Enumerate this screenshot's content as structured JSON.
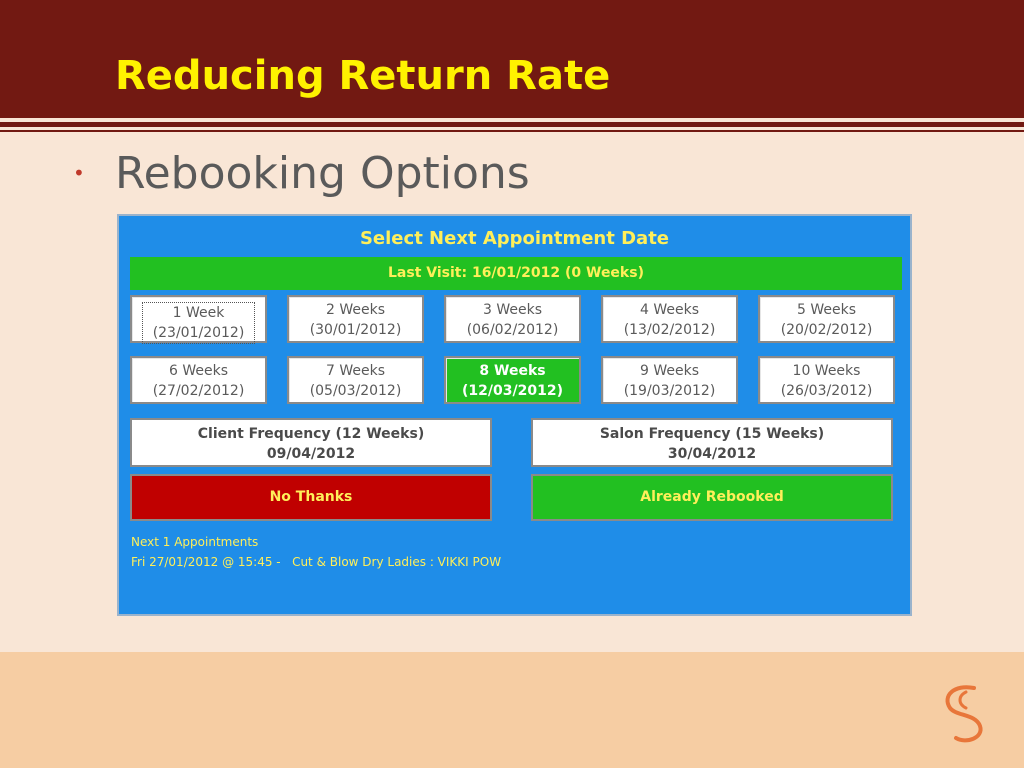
{
  "slide": {
    "title": "Reducing Return Rate",
    "bullet": "Rebooking Options"
  },
  "colors": {
    "header": "#721912",
    "title": "#fff200",
    "background": "#f9e6d6",
    "footer": "#f6cda3",
    "panel": "#1f8de8",
    "green": "#22c021",
    "red": "#c00000",
    "panel_text": "#ffef5a"
  },
  "dialog": {
    "title": "Select Next Appointment Date",
    "last_visit": "Last Visit: 16/01/2012 (0 Weeks)",
    "weeks": [
      {
        "label": "1 Week",
        "date": "(23/01/2012)"
      },
      {
        "label": "2 Weeks",
        "date": "(30/01/2012)"
      },
      {
        "label": "3 Weeks",
        "date": "(06/02/2012)"
      },
      {
        "label": "4 Weeks",
        "date": "(13/02/2012)"
      },
      {
        "label": "5 Weeks",
        "date": "(20/02/2012)"
      },
      {
        "label": "6 Weeks",
        "date": "(27/02/2012)"
      },
      {
        "label": "7 Weeks",
        "date": "(05/03/2012)"
      },
      {
        "label": "8 Weeks",
        "date": "(12/03/2012)"
      },
      {
        "label": "9 Weeks",
        "date": "(19/03/2012)"
      },
      {
        "label": "10 Weeks",
        "date": "(26/03/2012)"
      }
    ],
    "client_frequency": {
      "label": "Client Frequency (12 Weeks)",
      "date": "09/04/2012"
    },
    "salon_frequency": {
      "label": "Salon Frequency (15 Weeks)",
      "date": "30/04/2012"
    },
    "no_thanks": "No Thanks",
    "already_rebooked": "Already Rebooked",
    "next_appointments_label": "Next 1 Appointments",
    "next_appointment": "Fri 27/01/2012 @ 15:45 -   Cut & Blow Dry Ladies : VIKKI POW"
  },
  "logo_icon": "s-swirl-logo-icon"
}
